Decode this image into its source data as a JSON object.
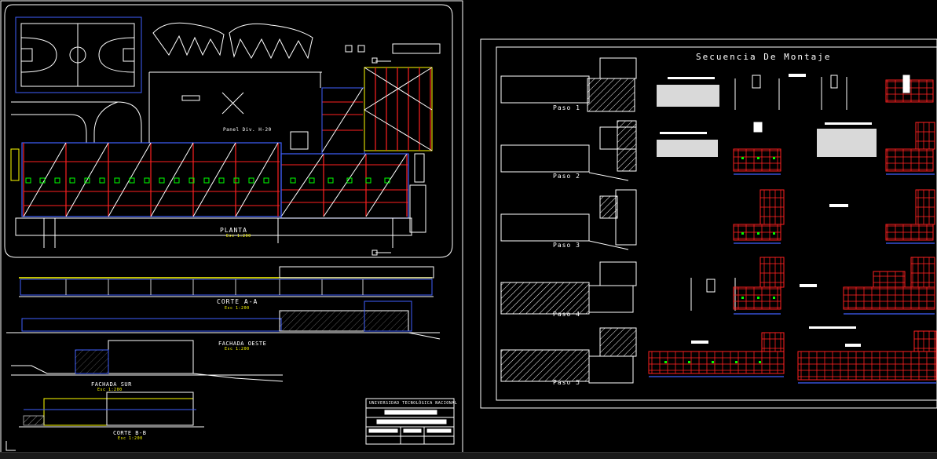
{
  "drawing": {
    "left_sheet": {
      "plan_label": "PLANTA",
      "plan_scale": "Esc 1:200",
      "panel_label": "Panel Div. H-20",
      "section_aa": "CORTE A-A",
      "section_scale": "Esc 1:200",
      "west_facade": "FACHADA OESTE",
      "west_scale": "Esc 1:200",
      "south_facade": "FACHADA SUR",
      "south_scale": "Esc 1:200",
      "section_bb": "CORTE B-B",
      "bb_scale": "Esc 1:200",
      "title_block_university": "UNIVERSIDAD TECNOLÓGICA NACIONAL"
    },
    "right_sheet": {
      "title": "Secuencia De Montaje",
      "steps": [
        "Paso 1",
        "Paso 2",
        "Paso 3",
        "Paso 4",
        "Paso 5"
      ]
    }
  },
  "colors": {
    "background": "#000000",
    "line_white": "#ffffff",
    "line_red": "#ff2020",
    "line_blue": "#4060ff",
    "line_yellow": "#ffff00",
    "line_green": "#00ff00"
  }
}
